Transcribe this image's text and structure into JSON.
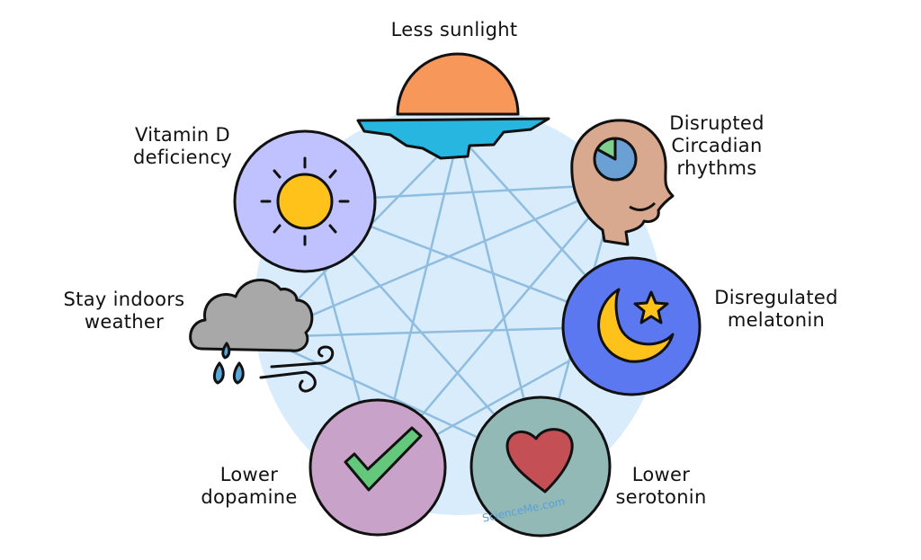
{
  "nodes": [
    {
      "id": "sunlight",
      "lines": [
        "Less sunlight"
      ],
      "icon": "sunset-icon"
    },
    {
      "id": "circadian",
      "lines": [
        "Disrupted",
        "Circadian",
        "rhythms"
      ],
      "icon": "head-clock-icon"
    },
    {
      "id": "melatonin",
      "lines": [
        "Disregulated",
        "melatonin"
      ],
      "icon": "moon-star-icon"
    },
    {
      "id": "serotonin",
      "lines": [
        "Lower",
        "serotonin"
      ],
      "icon": "heart-icon"
    },
    {
      "id": "dopamine",
      "lines": [
        "Lower",
        "dopamine"
      ],
      "icon": "checkmark-icon"
    },
    {
      "id": "weather",
      "lines": [
        "Stay indoors",
        "weather"
      ],
      "icon": "rain-cloud-icon"
    },
    {
      "id": "vitamin_d",
      "lines": [
        "Vitamin D",
        "deficiency"
      ],
      "icon": "sun-icon"
    }
  ],
  "credit": "ScienceMe.com",
  "colors": {
    "background_circle": "#d9ecfb",
    "connector": "#8fbde0",
    "outline": "#111111",
    "sunset": "#f7975a",
    "water": "#27b6e0",
    "head": "#d8a98e",
    "clock": "#6aa0d4",
    "clock_wedge": "#7fcf8e",
    "moon_circle": "#5b78f0",
    "moon": "#ffc21a",
    "heart_circle": "#93b9b7",
    "heart": "#c45056",
    "check_circle": "#c8a2c8",
    "check": "#63c77c",
    "cloud": "#a8a8a8",
    "raindrop": "#5aa8d8",
    "sun_circle": "#bfc2ff",
    "sun": "#ffc21a"
  }
}
